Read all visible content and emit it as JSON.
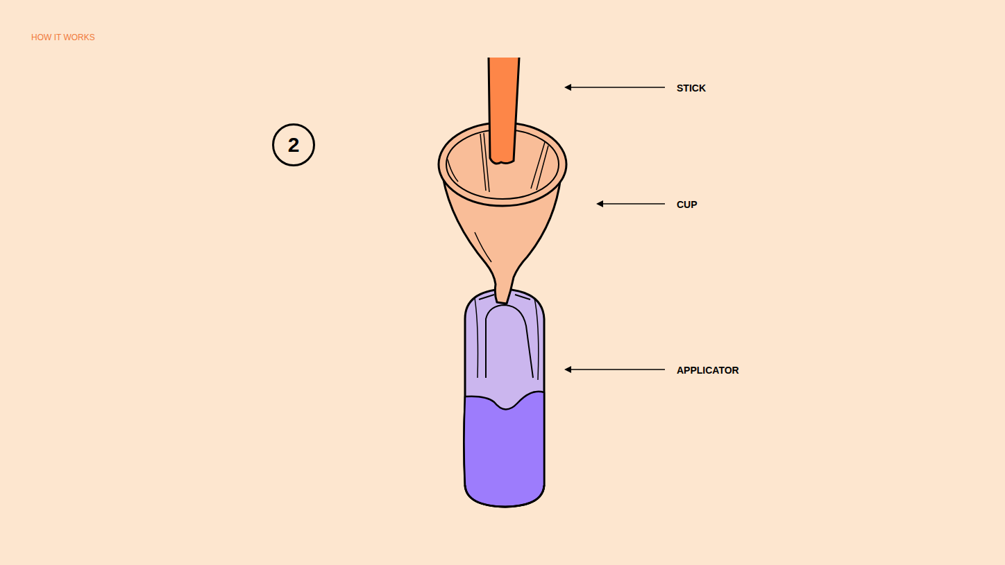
{
  "diagram": {
    "title": "HOW IT WORKS",
    "nodes": [
      {
        "text": [
          "2"
        ]
      }
    ],
    "labels": [
      "STICK",
      "CUP",
      "APPLICATOR"
    ]
  }
}
